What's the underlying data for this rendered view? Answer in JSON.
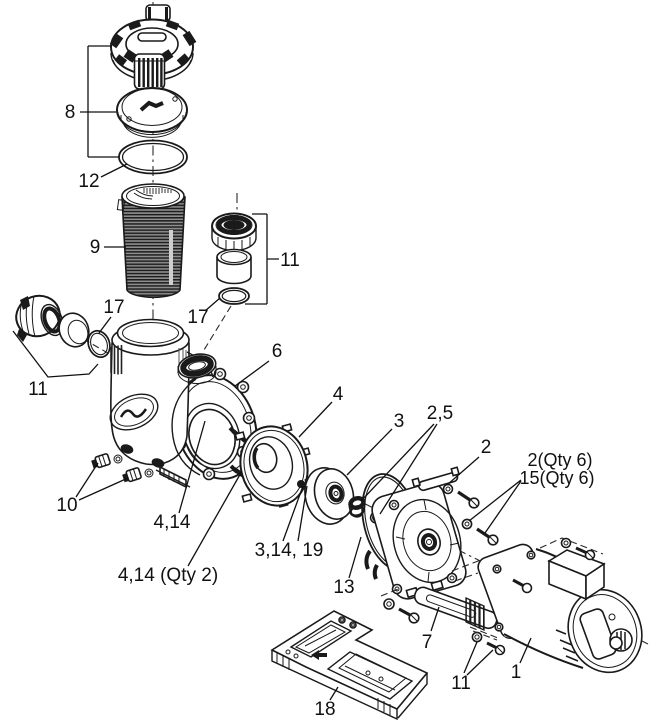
{
  "figure": {
    "kind": "exploded-parts-diagram",
    "colors": {
      "background": "#ffffff",
      "ink": "#1a1a1a"
    }
  },
  "callouts": [
    {
      "part": "lid-clamp-and-cover",
      "label": "8"
    },
    {
      "part": "lid-o-ring",
      "label": "12"
    },
    {
      "part": "strainer-basket",
      "label": "9"
    },
    {
      "part": "union-assembly-right",
      "label": "11"
    },
    {
      "part": "union-o-ring-right",
      "label": "17"
    },
    {
      "part": "union-o-ring-left",
      "label": "17"
    },
    {
      "part": "union-assembly-left",
      "label": "11"
    },
    {
      "part": "pump-housing",
      "label": "6"
    },
    {
      "part": "drain-plugs",
      "label": "10"
    },
    {
      "part": "housing-fastener",
      "label": "4,14"
    },
    {
      "part": "housing-fastener-qty2",
      "label": "4,14 (Qty 2)"
    },
    {
      "part": "impeller-screw",
      "label": "3,14, 19"
    },
    {
      "part": "diffuser",
      "label": "4"
    },
    {
      "part": "impeller",
      "label": "3"
    },
    {
      "part": "shaft-seal",
      "label": "2,5"
    },
    {
      "part": "seal-plate",
      "label": "2"
    },
    {
      "part": "seal-plate-bolts",
      "label": "2(Qty 6)"
    },
    {
      "part": "washers",
      "label": "15(Qty 6)"
    },
    {
      "part": "housing-gasket",
      "label": "13"
    },
    {
      "part": "motor-bracket",
      "label": "7"
    },
    {
      "part": "motor-bolts",
      "label": "11"
    },
    {
      "part": "motor",
      "label": "1"
    },
    {
      "part": "base",
      "label": "18"
    }
  ]
}
